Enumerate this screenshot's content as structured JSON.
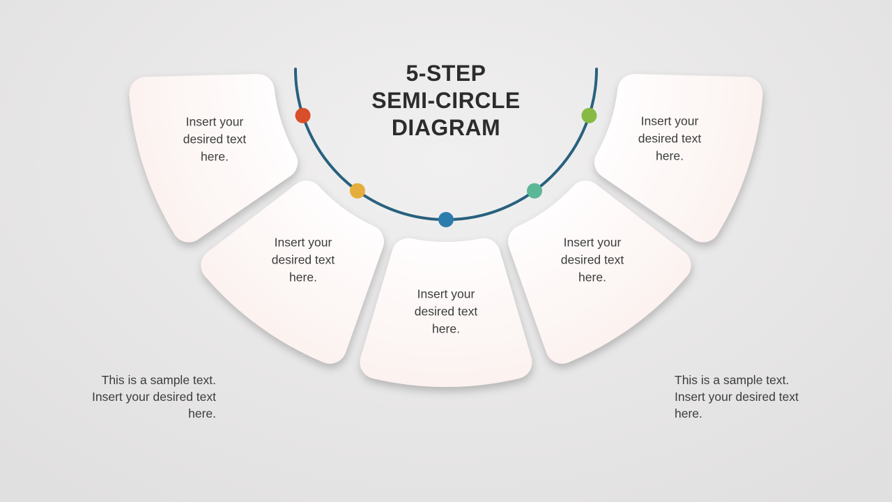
{
  "slide": {
    "title": {
      "line1": "5-STEP",
      "line2": "SEMI-CIRCLE",
      "line3": "DIAGRAM"
    },
    "steps": [
      {
        "label": "Insert your desired text here.",
        "dot_color": "#d94e2a"
      },
      {
        "label": "Insert your desired text here.",
        "dot_color": "#e5ad3c"
      },
      {
        "label": "Insert your desired text here.",
        "dot_color": "#2d7dac"
      },
      {
        "label": "Insert your desired text here.",
        "dot_color": "#5bb795"
      },
      {
        "label": "Insert your desired text here.",
        "dot_color": "#87ba45"
      }
    ],
    "notes": {
      "left": "This is a sample text. Insert your desired text here.",
      "right": "This is a sample text. Insert your desired text here."
    },
    "colors": {
      "arc": "#28617e",
      "petal_inner": "#fffefe",
      "petal_outer": "#fbf1ee",
      "title_text": "#2c2c2c",
      "body_text": "#3c3c3c",
      "background": "#e8e7e7"
    }
  }
}
